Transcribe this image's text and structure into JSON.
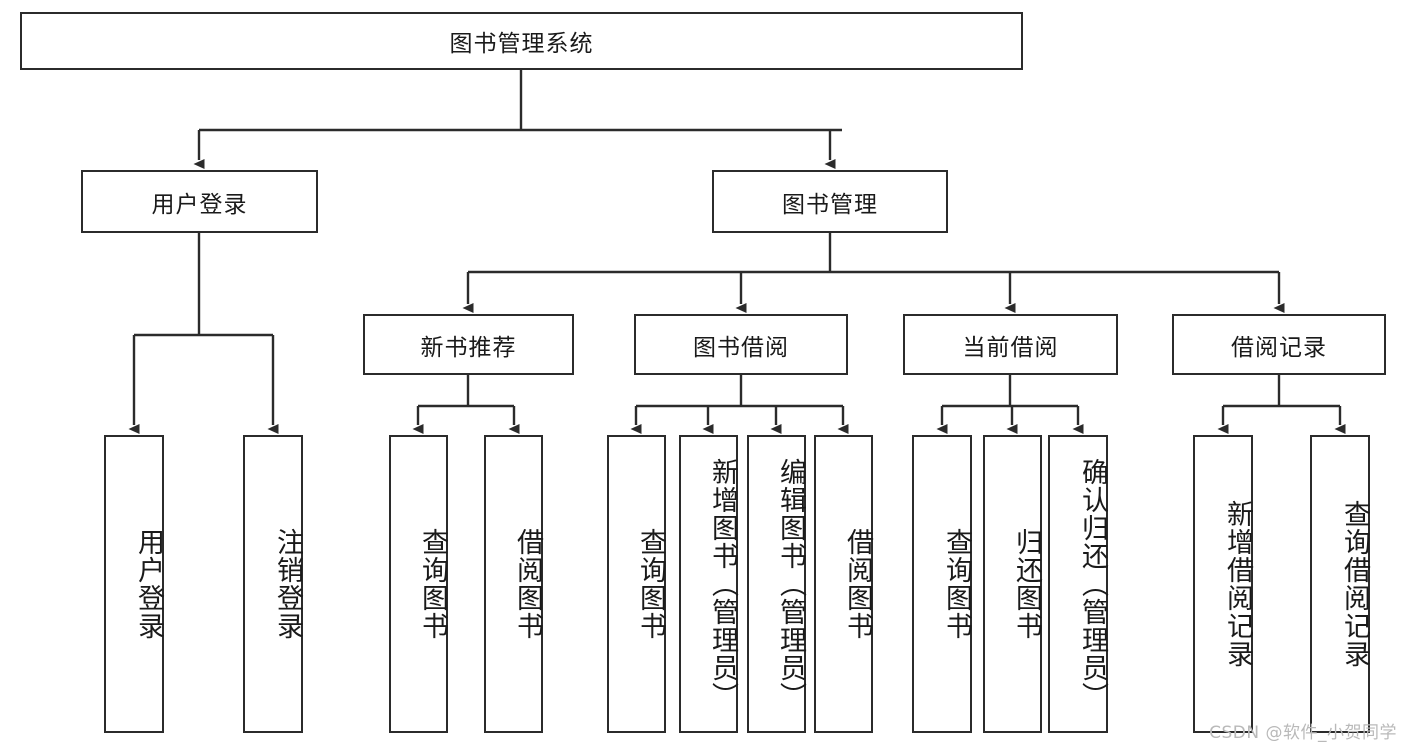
{
  "diagram": {
    "title_box": {
      "label": "图书管理系统"
    },
    "watermark": "CSDN @软件_小贺同学",
    "colors": {
      "background": "#ffffff",
      "stroke": "#2b2b2b",
      "text": "#1a1a1a",
      "watermark": "#b9b9b9"
    },
    "level1": [
      {
        "label": "用户登录"
      },
      {
        "label": "图书管理"
      }
    ],
    "level2": [
      {
        "label": "新书推荐"
      },
      {
        "label": "图书借阅"
      },
      {
        "label": "当前借阅"
      },
      {
        "label": "借阅记录"
      }
    ],
    "leaves": {
      "user_login": [
        {
          "label": "用户登录"
        },
        {
          "label": "注销登录"
        }
      ],
      "new_book_recommend": [
        {
          "label": "查询图书"
        },
        {
          "label": "借阅图书"
        }
      ],
      "book_borrow": [
        {
          "label": "查询图书"
        },
        {
          "label": "新增图书（管理员）"
        },
        {
          "label": "编辑图书（管理员）"
        },
        {
          "label": "借阅图书"
        }
      ],
      "current_borrow": [
        {
          "label": "查询图书"
        },
        {
          "label": "归还图书"
        },
        {
          "label": "确认归还（管理员）"
        }
      ],
      "borrow_record": [
        {
          "label": "新增借阅记录"
        },
        {
          "label": "查询借阅记录"
        }
      ]
    }
  }
}
